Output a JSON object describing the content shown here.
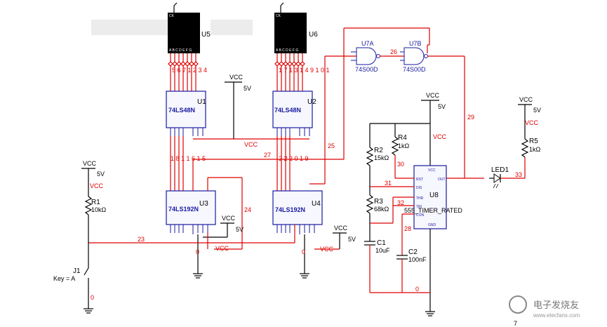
{
  "components": {
    "u5": {
      "ref": "U5",
      "pin_ck": "CK",
      "pins": "A B C D E F G"
    },
    "u6": {
      "ref": "U6",
      "pin_ck": "CK",
      "pins": "A B C D E F G"
    },
    "u1": {
      "ref": "U1",
      "part": "74LS48N"
    },
    "u2": {
      "ref": "U2",
      "part": "74LS48N"
    },
    "u3": {
      "ref": "U3",
      "part": "74LS192N"
    },
    "u4": {
      "ref": "U4",
      "part": "74LS192N"
    },
    "u7a": {
      "ref": "U7A",
      "part": "74S00D"
    },
    "u7b": {
      "ref": "U7B",
      "part": "74S00D"
    },
    "u8": {
      "ref": "U8",
      "part": "555_TIMER_RATED",
      "pins": [
        "VCC",
        "RST",
        "OUT",
        "DIS",
        "THR",
        "TRI",
        "CON",
        "GND"
      ]
    },
    "r1": {
      "ref": "R1",
      "value": "10kΩ"
    },
    "r2": {
      "ref": "R2",
      "value": "15kΩ"
    },
    "r3": {
      "ref": "R3",
      "value": "68kΩ"
    },
    "r4": {
      "ref": "R4",
      "value": "1kΩ"
    },
    "r5": {
      "ref": "R5",
      "value": "1kΩ"
    },
    "c1": {
      "ref": "C1",
      "value": "10uF"
    },
    "c2": {
      "ref": "C2",
      "value": "100nF"
    },
    "led1": {
      "ref": "LED1"
    },
    "j1": {
      "ref": "J1",
      "key": "Key = A"
    }
  },
  "power": {
    "vcc": "VCC",
    "volts": "5V"
  },
  "nets": {
    "u5_bus": "5 6 7 1 2 3 4",
    "u6_bus": "1 7 1 3 1 4 9 1 0 1",
    "u3_bus": "1 8 1 1 6 1 5",
    "u4_bus": "2 2 2 0 1 9",
    "n0": "0",
    "n23": "23",
    "n24": "24",
    "n25": "25",
    "n26": "26",
    "n27": "27",
    "n28": "28",
    "n29": "29",
    "n30": "30",
    "n31": "31",
    "n32": "32",
    "n33": "33"
  },
  "footer": {
    "page": "7"
  },
  "watermark": {
    "text": "电子发烧友",
    "url": "www.elecfans.com"
  },
  "colors": {
    "wire": "#e00000",
    "component": "#1a1aa0",
    "display": "#000000",
    "background": "#ffffff"
  }
}
